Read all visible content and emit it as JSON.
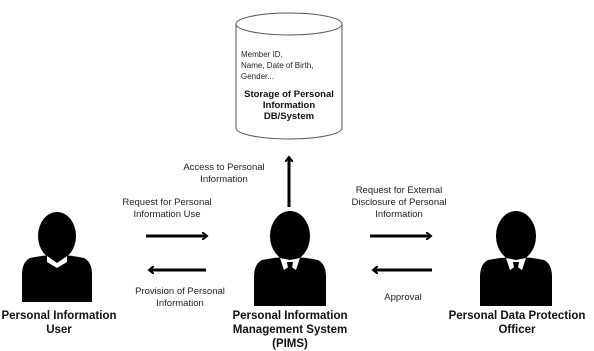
{
  "storage": {
    "fields_line1": "Member ID,",
    "fields_line2": "Name, Date of Birth,",
    "fields_line3": "Gender...",
    "title_line1": "Storage of Personal",
    "title_line2": "Information",
    "title_line3": "DB/System"
  },
  "edges": {
    "access_line1": "Access to Personal",
    "access_line2": "Information",
    "request_use_line1": "Request for Personal",
    "request_use_line2": "Information Use",
    "provision_line1": "Provision of Personal",
    "provision_line2": "Information",
    "external_line1": "Request for External",
    "external_line2": "Disclosure of Personal",
    "external_line3": "Information",
    "approval": "Approval"
  },
  "actors": {
    "user_line1": "Personal Information",
    "user_line2": "User",
    "pims_line1": "Personal Information",
    "pims_line2": "Management System",
    "pims_line3": "(PIMS)",
    "officer_line1": "Personal Data Protection",
    "officer_line2": "Officer"
  }
}
